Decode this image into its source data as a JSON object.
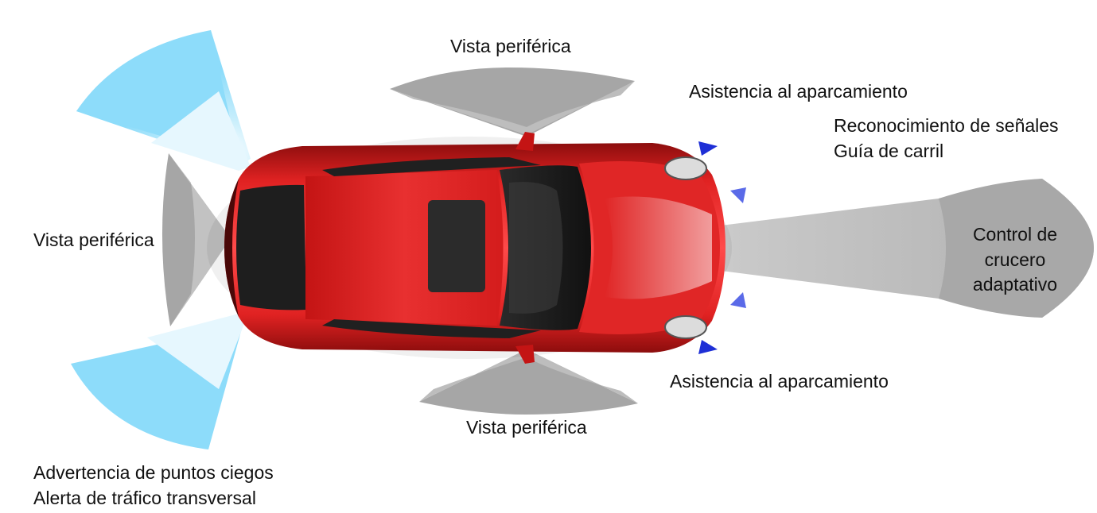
{
  "labels": {
    "top_peripheral": "Vista periférica",
    "parking_top": "Asistencia al aparcamiento",
    "sign_recognition": "Reconocimiento de señales",
    "lane_guide": "Guía de carril",
    "left_peripheral": "Vista periférica",
    "acc_line1": "Control de",
    "acc_line2": "crucero",
    "acc_line3": "adaptativo",
    "parking_bottom": "Asistencia al aparcamiento",
    "bottom_peripheral": "Vista periférica",
    "blind_spot": "Advertencia de puntos ciegos",
    "cross_traffic": "Alerta de tráfico transversal"
  },
  "colors": {
    "camera_zone": "#a3a3a3",
    "radar_zone": "#7fd9f7",
    "car_body": "#d81818",
    "parking_sensor": "#1e2fd6",
    "background": "#ffffff"
  },
  "icons": [
    "car",
    "sensor-triangle"
  ]
}
